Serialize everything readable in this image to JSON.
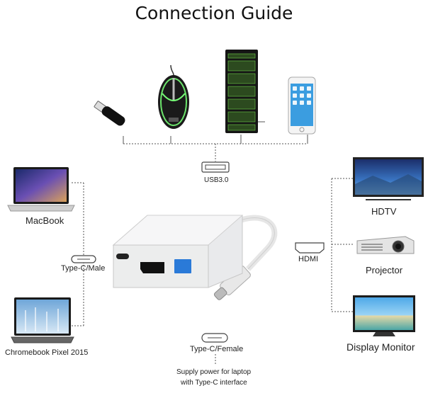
{
  "title": "Connection Guide",
  "usb": {
    "label": "USB3.0"
  },
  "left": {
    "macbook_label": "MacBook",
    "chromebook_label": "Chromebook Pixel 2015",
    "connector_label": "Type-C/Male"
  },
  "bottom": {
    "connector_label": "Type-C/Female",
    "note_line1": "Supply power for laptop",
    "note_line2": "with Type-C interface"
  },
  "right": {
    "connector_label": "HDMI",
    "hdtv_label": "HDTV",
    "projector_label": "Projector",
    "monitor_label": "Display Monitor"
  }
}
